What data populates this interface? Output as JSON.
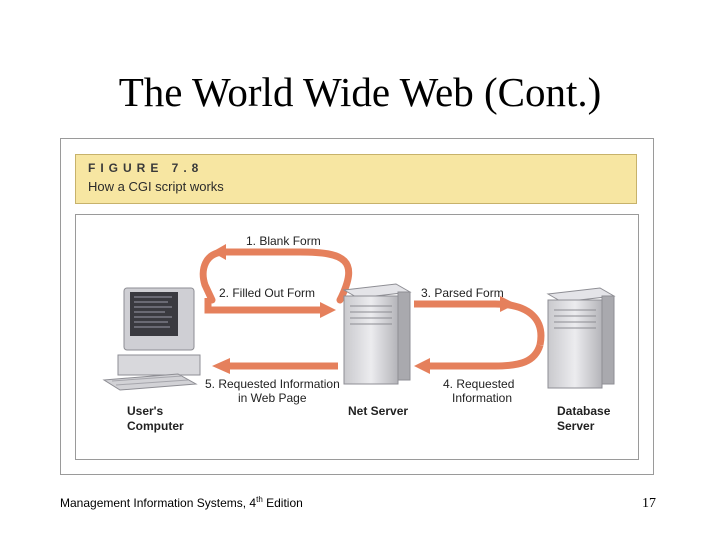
{
  "slide": {
    "title": "The World Wide Web (Cont.)",
    "footer_prefix": "Management Information Systems, 4",
    "footer_sup": "th",
    "footer_suffix": " Edition",
    "page_number": "17"
  },
  "figure": {
    "label": "FIGURE 7.8",
    "title": "How a CGI script works"
  },
  "diagram": {
    "steps": {
      "step1": "1. Blank Form",
      "step2": "2. Filled Out Form",
      "step3": "3. Parsed Form",
      "step4_line1": "4. Requested",
      "step4_line2": "Information",
      "step5_line1": "5. Requested Information",
      "step5_line2": "in Web Page"
    },
    "nodes": {
      "user_line1": "User's",
      "user_line2": "Computer",
      "net_server": "Net Server",
      "db_line1": "Database",
      "db_line2": "Server"
    },
    "colors": {
      "arrow": "#e5805c",
      "caption_bg": "#f7e6a2"
    }
  }
}
